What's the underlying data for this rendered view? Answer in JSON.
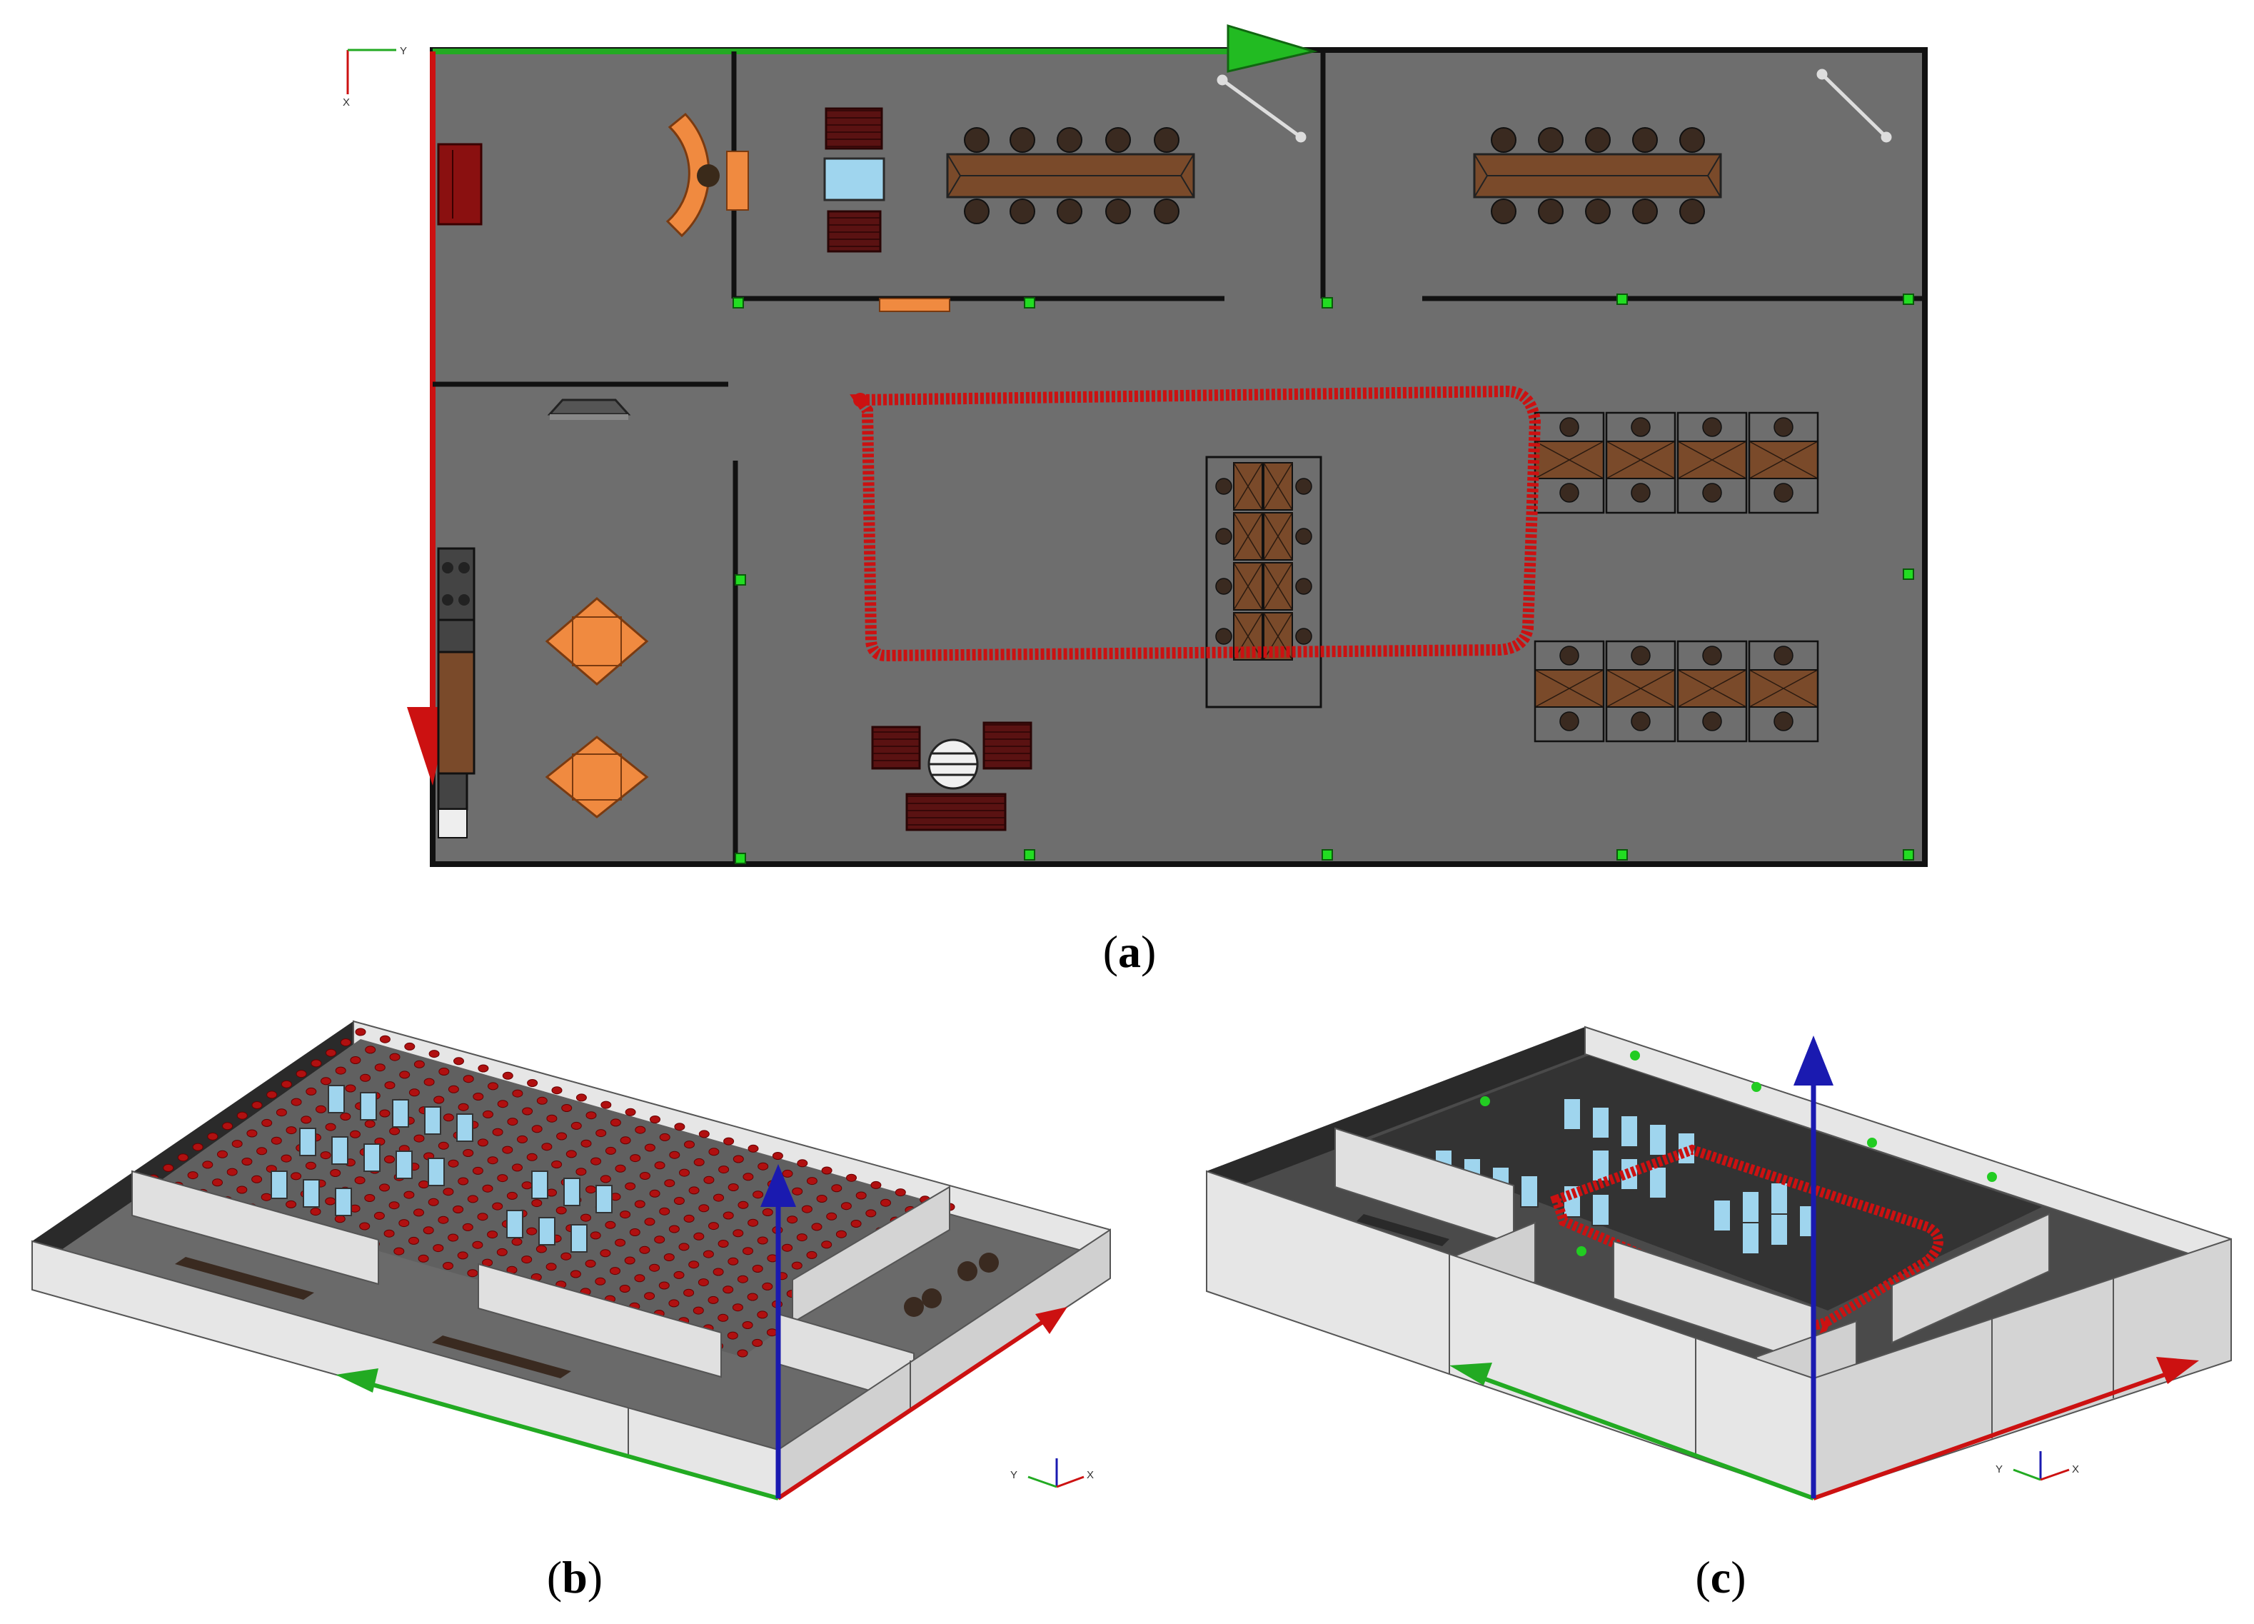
{
  "panels": [
    {
      "id": "a",
      "label": "a",
      "view": "top-view floor plan"
    },
    {
      "id": "b",
      "label": "b",
      "view": "isometric view with receiver grid"
    },
    {
      "id": "c",
      "label": "c",
      "view": "isometric view with receiver route"
    }
  ],
  "axis_labels": {
    "plan_y": "Y",
    "plan_x": "X",
    "view_b": {
      "y": "Y",
      "x": "X"
    },
    "view_c": {
      "y": "Y",
      "x": "X"
    }
  },
  "colors": {
    "floor": "#6e6e6e",
    "wall": "#111111",
    "wall_light": "#e0e0e0",
    "wall_side": "#c9c9c9",
    "brown_furniture": "#7a4a2a",
    "orange_furniture": "#f08a40",
    "dark_red_furniture": "#5a1010",
    "light_blue": "#9fd5ee",
    "route_red": "#cc1111",
    "access_point_green": "#22cc22",
    "x_axis_green": "#22aa22",
    "y_axis_red": "#cc1111",
    "z_axis_blue": "#1a1ab0"
  }
}
